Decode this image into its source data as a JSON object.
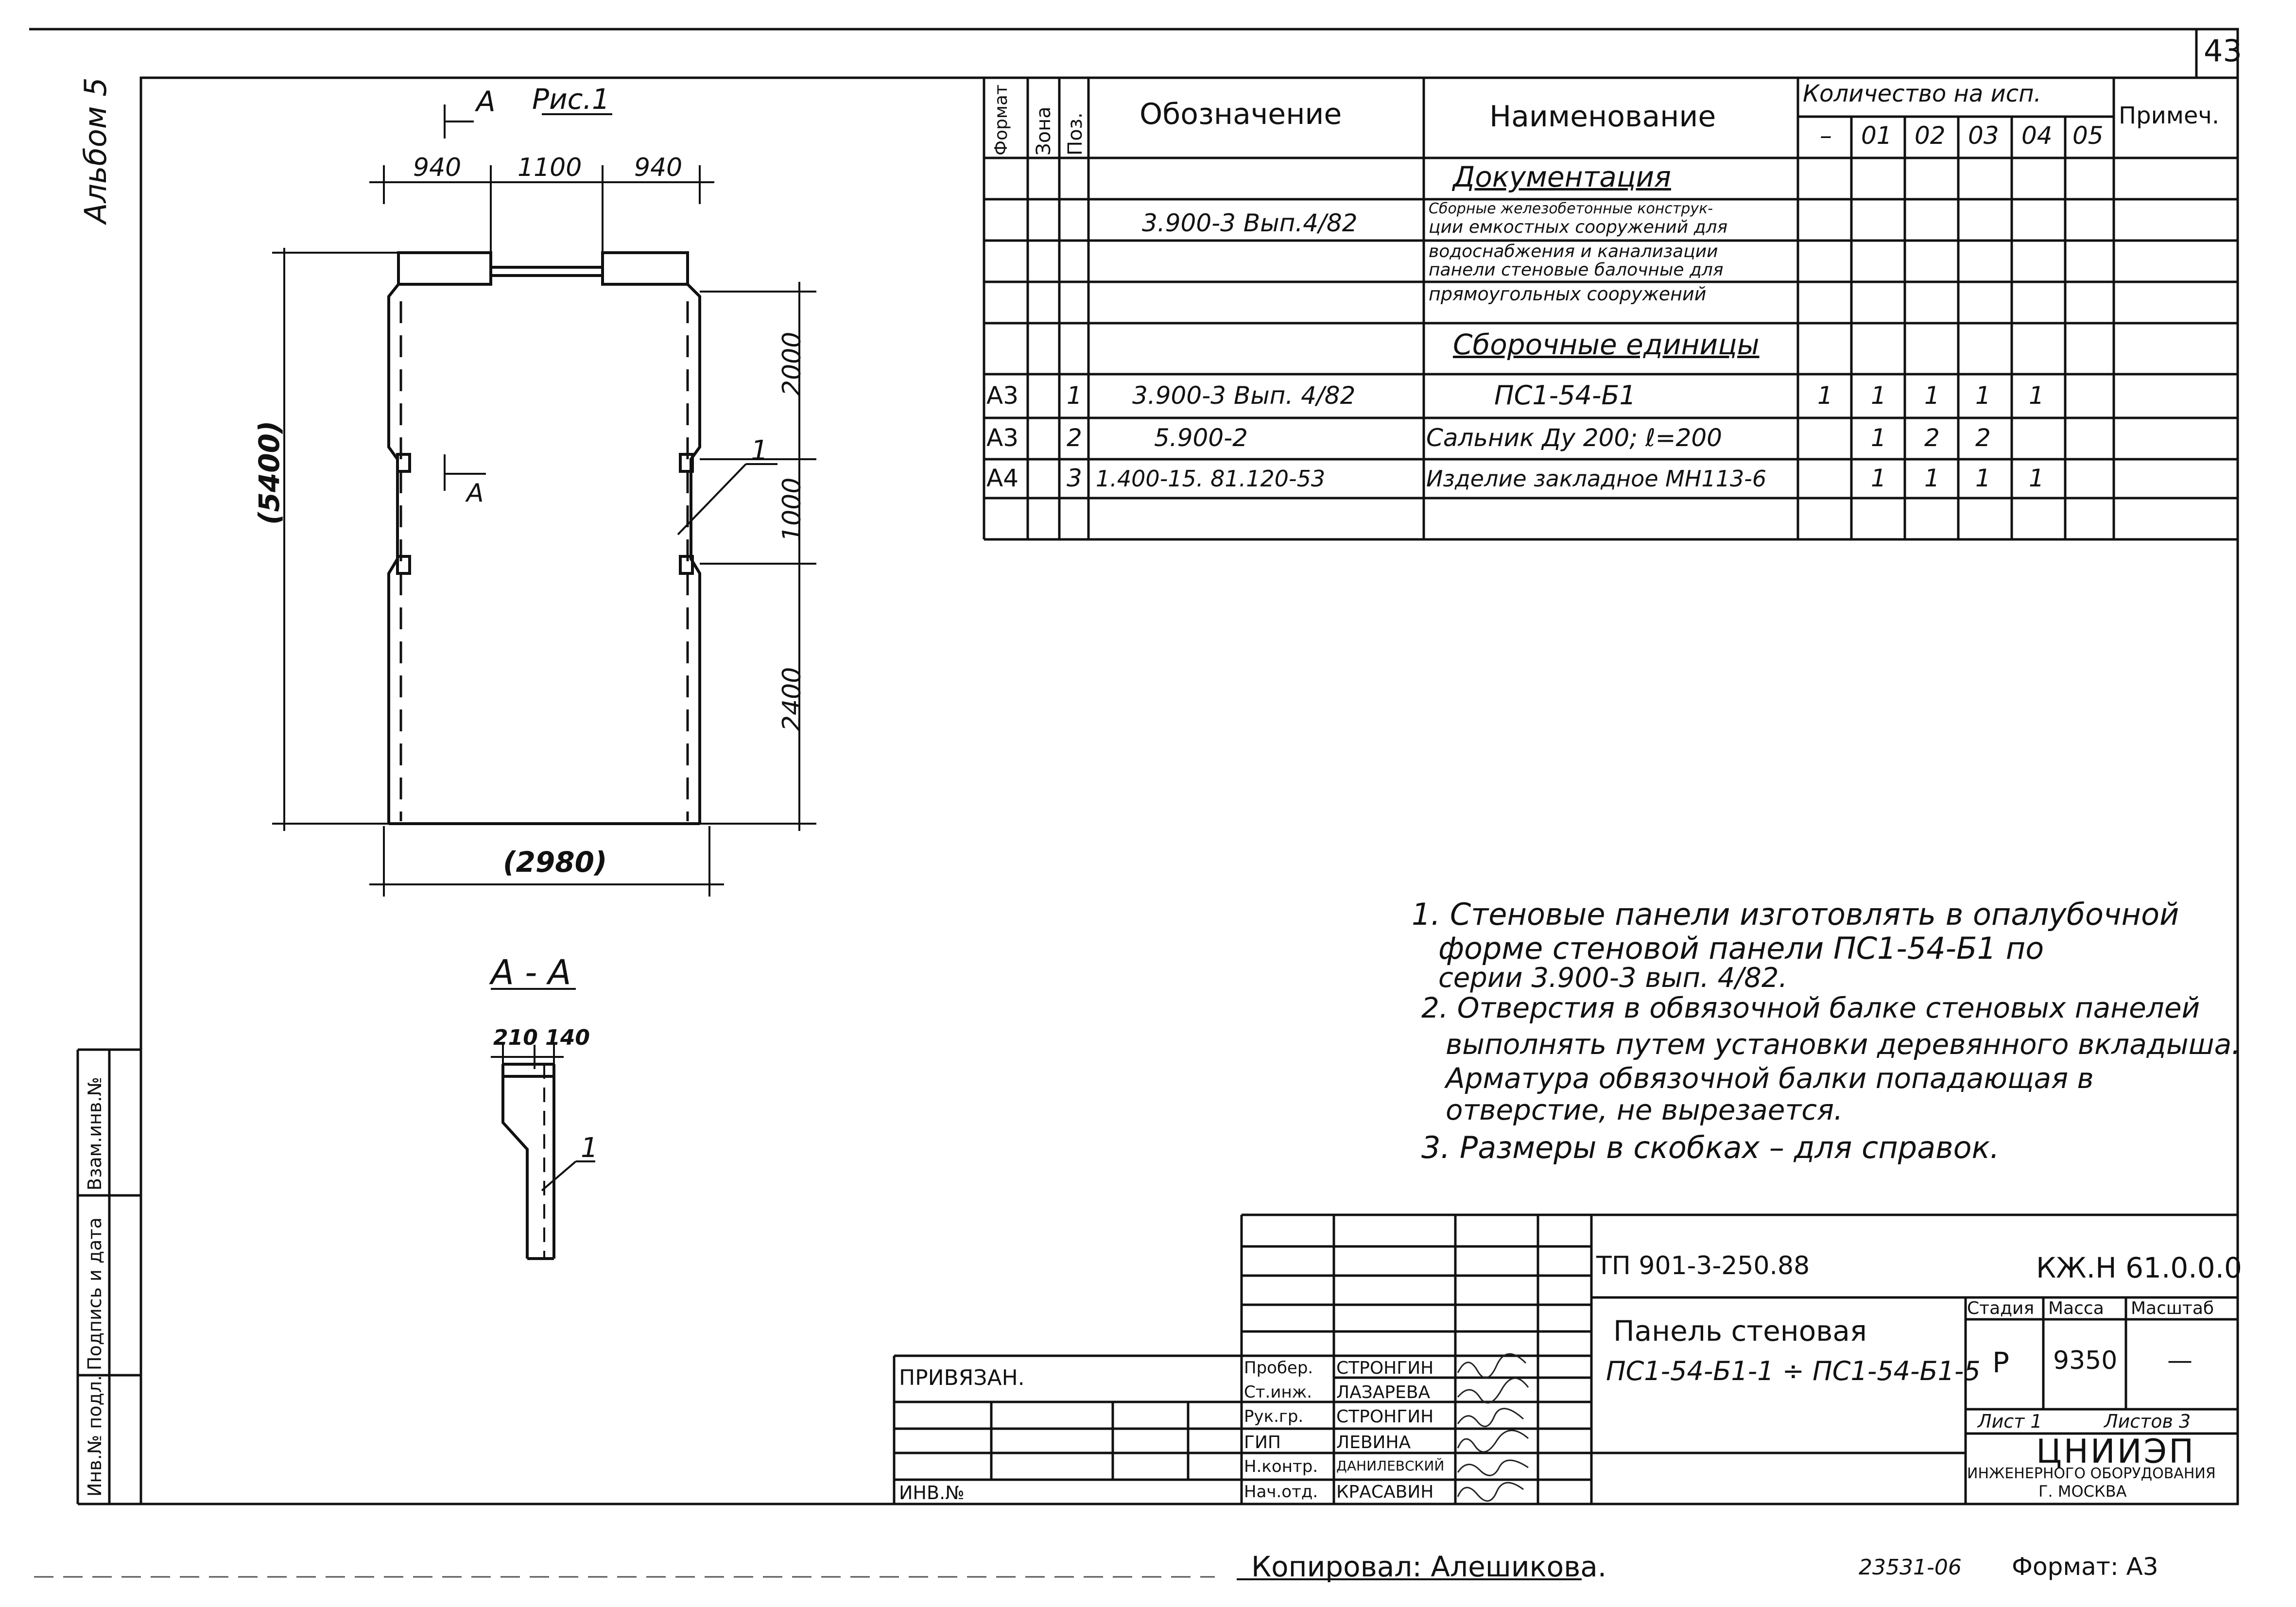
{
  "page_number": "43",
  "album": "Альбом 5",
  "drawing": {
    "section_marker": "А",
    "view_title": "Рис.1",
    "dims_top": [
      "940",
      "1100",
      "940"
    ],
    "dim_height": "(5400)",
    "dim_width": "(2980)",
    "dims_right": [
      "2000",
      "1000",
      "2400"
    ],
    "leader_1": "1",
    "section_title": "А - А",
    "section_dims": "210 140",
    "section_leader": "1"
  },
  "spec_table": {
    "headers": {
      "format": "Формат",
      "zone": "Зона",
      "pos": "Поз.",
      "designation": "Обозначение",
      "name": "Наименование",
      "qty": "Количество на исп.",
      "note": "Примеч."
    },
    "qty_cols": [
      "–",
      "01",
      "02",
      "03",
      "04",
      "05"
    ],
    "section_docs": "Документация",
    "doc_designation": "3.900-3 Вып.4/82",
    "doc_lines": [
      "Сборные железобетонные конструк-",
      "ции емкостных сооружений для",
      "водоснабжения и канализации",
      "панели стеновые балочные для",
      "прямоугольных сооружений"
    ],
    "section_asm": "Сборочные единицы",
    "rows": [
      {
        "format": "А3",
        "pos": "1",
        "designation": "3.900-3 Вып. 4/82",
        "name": "ПС1-54-Б1",
        "qty": [
          "1",
          "1",
          "1",
          "1",
          "1",
          ""
        ]
      },
      {
        "format": "А3",
        "pos": "2",
        "designation": "5.900-2",
        "name": "Сальник Ду 200; ℓ=200",
        "qty": [
          "",
          "1",
          "2",
          "2",
          "",
          ""
        ]
      },
      {
        "format": "А4",
        "pos": "3",
        "designation": "1.400-15. 81.120-53",
        "name": "Изделие закладное МН113-6",
        "qty": [
          "",
          "1",
          "1",
          "1",
          "1",
          ""
        ]
      }
    ]
  },
  "notes": [
    "1. Стеновые панели изготовлять в опалубочной",
    "форме стеновой панели ПС1-54-Б1 по",
    "серии 3.900-3 вып. 4/82.",
    "2. Отверстия в обвязочной балке стеновых панелей",
    "выполнять путем установки деревянного вкладыша.",
    "Арматура обвязочной балки попадающая в",
    "отверстие, не вырезается.",
    "3. Размеры в скобках – для справок."
  ],
  "title_block": {
    "project": "ТП 901-3-250.88",
    "code": "КЖ.Н 61.0.0.0",
    "title_line1": "Панель стеновая",
    "title_line2": "ПС1-54-Б1-1 ÷ ПС1-54-Б1-5",
    "stage_label": "Стадия",
    "mass_label": "Масса",
    "scale_label": "Масштаб",
    "stage": "Р",
    "mass": "9350",
    "scale": "—",
    "sheet": "Лист 1",
    "sheets": "Листов 3",
    "org": "ЦНИИЭП",
    "org_line2": "инженерного оборудования",
    "org_line3": "г. Москва",
    "bound": "Привязан.",
    "inv": "Инв.№",
    "roles": [
      {
        "role": "Пробер.",
        "name": "Стронгин"
      },
      {
        "role": "Ст.инж.",
        "name": "Лазарева"
      },
      {
        "role": "Рук.гр.",
        "name": "Стронгин"
      },
      {
        "role": "ГИП",
        "name": "Левина"
      },
      {
        "role": "Н.контр.",
        "name": "Данилевский"
      },
      {
        "role": "Нач.отд.",
        "name": "Красавин"
      }
    ]
  },
  "side_stamp": [
    "Инв.№ подл.",
    "Подпись и дата",
    "Взам.инв.№"
  ],
  "footer": {
    "copied": "Копировал: Алешикова.",
    "number": "23531-06",
    "format": "Формат: А3"
  }
}
